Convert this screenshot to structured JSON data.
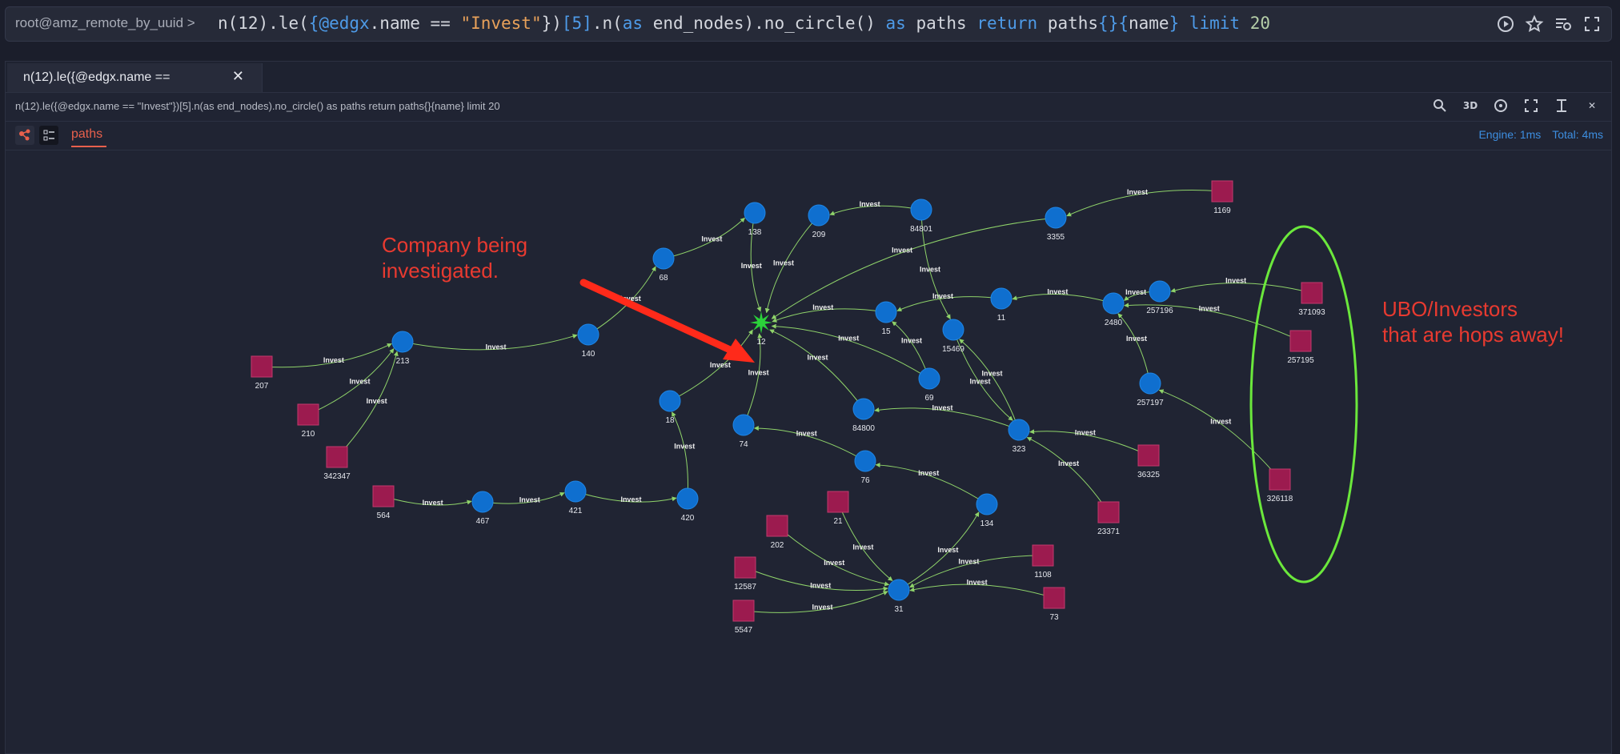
{
  "querybar": {
    "prompt": "root@amz_remote_by_uuid >",
    "query_parts": [
      {
        "t": "n(12).le(",
        "c": ""
      },
      {
        "t": "{@edgx",
        "c": "kw"
      },
      {
        "t": ".name == ",
        "c": ""
      },
      {
        "t": "\"Invest\"",
        "c": "str"
      },
      {
        "t": "})",
        "c": ""
      },
      {
        "t": "[5]",
        "c": "kw"
      },
      {
        "t": ".n(",
        "c": ""
      },
      {
        "t": "as",
        "c": "kw"
      },
      {
        "t": " end_nodes).no_circle() ",
        "c": ""
      },
      {
        "t": "as",
        "c": "kw"
      },
      {
        "t": " paths ",
        "c": ""
      },
      {
        "t": "return",
        "c": "kw"
      },
      {
        "t": " paths",
        "c": ""
      },
      {
        "t": "{}{",
        "c": "kw"
      },
      {
        "t": "name",
        "c": ""
      },
      {
        "t": "}",
        "c": "kw"
      },
      {
        "t": " limit ",
        "c": "kw"
      },
      {
        "t": "20",
        "c": "num"
      }
    ],
    "icons": [
      "play-icon",
      "star-icon",
      "history-icon",
      "fullscreen-icon"
    ]
  },
  "tab": {
    "title": "n(12).le({@edgx.name ==",
    "close": "✕"
  },
  "query_line": "n(12).le({@edgx.name == \"Invest\"})[5].n(as end_nodes).no_circle() as paths return paths{}{name} limit 20",
  "toolbar": {
    "three_d": "3D",
    "close": "✕"
  },
  "view": {
    "tab": "paths",
    "engine": "Engine: 1ms",
    "total": "Total: 4ms"
  },
  "annotations": {
    "company": [
      "Company being",
      "investigated."
    ],
    "ubo": [
      "UBO/Investors",
      "that are hops away!"
    ]
  },
  "graph": {
    "edge_label": "Invest",
    "colors": {
      "node": "#0f6fcf",
      "investor": "#9c1b4f",
      "edge": "#8fd36a",
      "center": "#2bd23a",
      "arrow": "#ff2a1a",
      "ellipse": "#6be83c"
    },
    "nodes": [
      {
        "id": "12",
        "type": "center"
      },
      {
        "id": "138",
        "type": "company"
      },
      {
        "id": "209",
        "type": "company"
      },
      {
        "id": "84801",
        "type": "company"
      },
      {
        "id": "3355",
        "type": "company"
      },
      {
        "id": "1169",
        "type": "investor"
      },
      {
        "id": "68",
        "type": "company"
      },
      {
        "id": "11",
        "type": "company"
      },
      {
        "id": "257196",
        "type": "company"
      },
      {
        "id": "371093",
        "type": "investor"
      },
      {
        "id": "2480",
        "type": "company"
      },
      {
        "id": "257195",
        "type": "investor"
      },
      {
        "id": "15",
        "type": "company"
      },
      {
        "id": "15469",
        "type": "company"
      },
      {
        "id": "213",
        "type": "company"
      },
      {
        "id": "140",
        "type": "company"
      },
      {
        "id": "207",
        "type": "investor"
      },
      {
        "id": "69",
        "type": "company"
      },
      {
        "id": "257197",
        "type": "company"
      },
      {
        "id": "210",
        "type": "investor"
      },
      {
        "id": "18",
        "type": "company"
      },
      {
        "id": "84800",
        "type": "company"
      },
      {
        "id": "74",
        "type": "company"
      },
      {
        "id": "323",
        "type": "company"
      },
      {
        "id": "342347",
        "type": "investor"
      },
      {
        "id": "36325",
        "type": "investor"
      },
      {
        "id": "76",
        "type": "company"
      },
      {
        "id": "326118",
        "type": "investor"
      },
      {
        "id": "564",
        "type": "investor"
      },
      {
        "id": "467",
        "type": "company"
      },
      {
        "id": "421",
        "type": "company"
      },
      {
        "id": "420",
        "type": "company"
      },
      {
        "id": "21",
        "type": "investor"
      },
      {
        "id": "134",
        "type": "company"
      },
      {
        "id": "23371",
        "type": "investor"
      },
      {
        "id": "202",
        "type": "investor"
      },
      {
        "id": "1108",
        "type": "investor"
      },
      {
        "id": "12587",
        "type": "investor"
      },
      {
        "id": "31",
        "type": "company"
      },
      {
        "id": "73",
        "type": "investor"
      },
      {
        "id": "5547",
        "type": "investor"
      }
    ]
  }
}
